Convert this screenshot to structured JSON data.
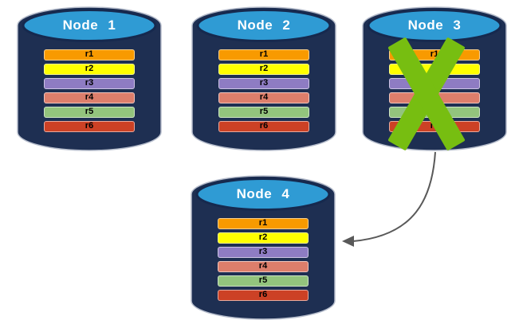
{
  "canvas": {
    "background": "#FFFFFF"
  },
  "nodes": [
    {
      "label": "Node 1",
      "status": "active"
    },
    {
      "label": "Node 2",
      "status": "active"
    },
    {
      "label": "Node 3",
      "status": "failed"
    },
    {
      "label": "Node 4",
      "status": "active"
    }
  ],
  "replica_rows": [
    {
      "label": "r1",
      "color": "#F89A00"
    },
    {
      "label": "r2",
      "color": "#FFFF00"
    },
    {
      "label": "r3",
      "color": "#8E7CC3"
    },
    {
      "label": "r4",
      "color": "#DD7E6B"
    },
    {
      "label": "r5",
      "color": "#93C47D"
    },
    {
      "label": "r6",
      "color": "#CC4125"
    }
  ],
  "colors": {
    "cylinder_body": "#1E2F52",
    "cylinder_top": "#2F9BD4",
    "cylinder_top_stroke": "#16294E",
    "cylinder_outline": "#B5BCCB",
    "failure_x": "#77BE11",
    "arrow": "#595959",
    "node_label_text": "#FFFFFF"
  },
  "icons": {
    "node_shape": "database-cylinder-icon",
    "failure_marker": "x-mark-icon",
    "transfer": "curved-arrow-icon"
  }
}
